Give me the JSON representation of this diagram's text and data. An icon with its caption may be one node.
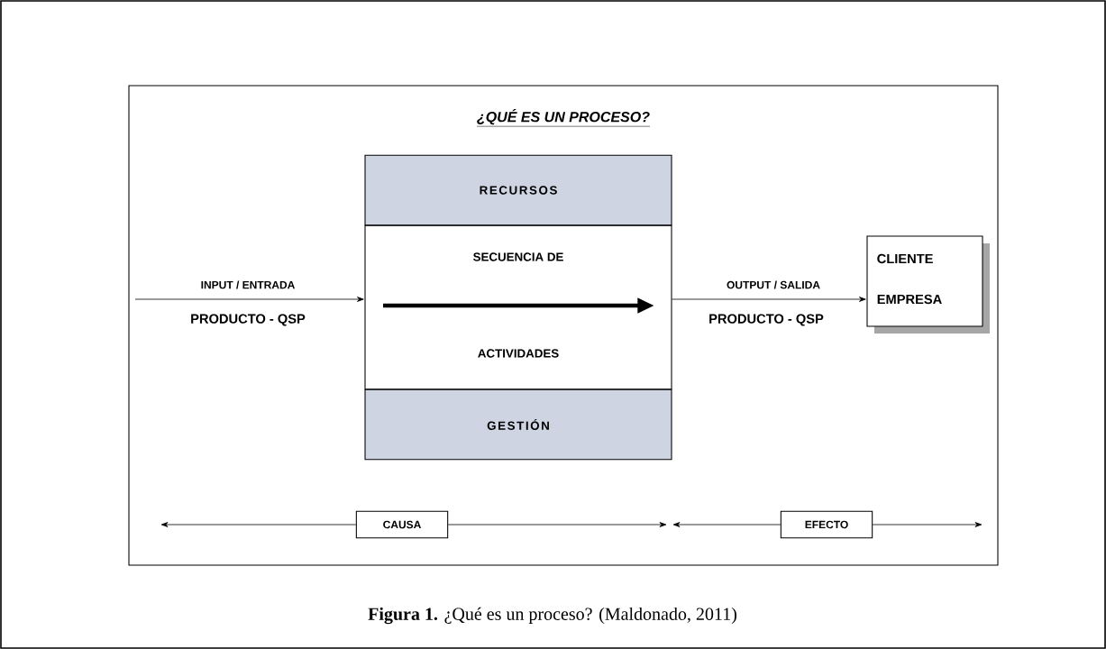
{
  "diagram": {
    "title": "¿QUÉ ES UN PROCESO?",
    "caption": "**Figura 1.** ¿Qué es un proceso? (Maldonado, 2011)",
    "nodes": [
      {
        "text": [
          "RECURSOS"
        ]
      },
      {
        "text": [
          "SECUENCIA DE",
          "ACTIVIDADES"
        ]
      },
      {
        "text": [
          "GESTIÓN"
        ]
      },
      {
        "text": [
          "CLIENTE",
          "EMPRESA"
        ]
      },
      {
        "text": [
          "CAUSA"
        ]
      },
      {
        "text": [
          "EFECTO"
        ]
      }
    ],
    "edges": [
      {
        "from": null,
        "to": 1,
        "arrow": "to",
        "label": "INPUT / ENTRADA"
      },
      {
        "from": 1,
        "to": 3,
        "arrow": "to",
        "label": "OUTPUT / SALIDA"
      },
      {
        "from": 4,
        "to": null,
        "arrow": "to"
      },
      {
        "from": 4,
        "to": null,
        "arrow": "to"
      },
      {
        "from": 5,
        "to": null,
        "arrow": "to"
      },
      {
        "from": 5,
        "to": null,
        "arrow": "to"
      }
    ],
    "labels": [
      "PRODUCTO - QSP",
      "PRODUCTO - QSP"
    ]
  }
}
